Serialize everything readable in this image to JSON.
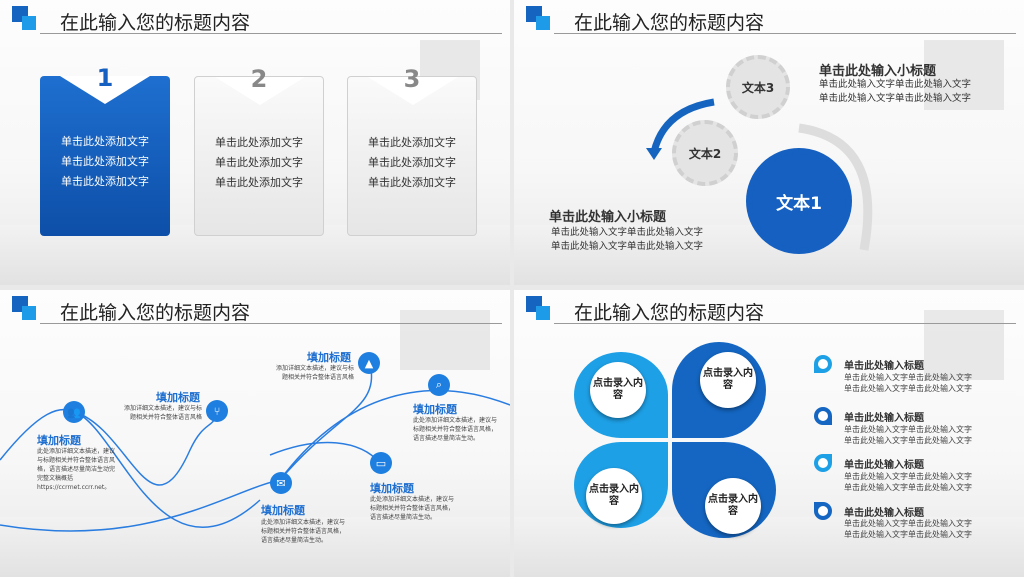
{
  "title": "在此输入您的标题内容",
  "colors": {
    "primary": "#1565c0",
    "accent": "#1e9be8"
  },
  "slide1": {
    "cards": [
      {
        "num": "1",
        "lines": [
          "单击此处添加文字",
          "单击此处添加文字",
          "单击此处添加文字"
        ]
      },
      {
        "num": "2",
        "lines": [
          "单击此处添加文字",
          "单击此处添加文字",
          "单击此处添加文字"
        ]
      },
      {
        "num": "3",
        "lines": [
          "单击此处添加文字",
          "单击此处添加文字",
          "单击此处添加文字"
        ]
      }
    ]
  },
  "slide2": {
    "gears": [
      "文本3",
      "文本2",
      "文本1"
    ],
    "top": {
      "heading": "单击此处输入小标题",
      "lines": [
        "单击此处输入文字单击此处输入文字",
        "单击此处输入文字单击此处输入文字"
      ]
    },
    "bottom": {
      "heading": "单击此处输入小标题",
      "lines": [
        "单击此处输入文字单击此处输入文字",
        "单击此处输入文字单击此处输入文字"
      ]
    }
  },
  "slide3": {
    "items": [
      {
        "icon": "users-icon",
        "heading": "填加标题",
        "text": [
          "此处添加详细文本描述，建议",
          "与标题相关并符合整体语言风",
          "格，语言描述尽量简洁生动完",
          "完整文稿概括",
          "https://ccrrnet.ccrr.net。"
        ]
      },
      {
        "icon": "fork-icon",
        "heading": "填加标题",
        "text": [
          "添加详细文本描述，建议与标",
          "题相关并符合整体语言风格"
        ]
      },
      {
        "icon": "chart-icon",
        "heading": "填加标题",
        "text": [
          "添加详细文本描述，建议与标",
          "题相关并符合整体语言风格"
        ]
      },
      {
        "icon": "search-icon",
        "heading": "填加标题",
        "text": [
          "此处添加详细文本描述，建议与",
          "标题相关并符合整体语言风格，",
          "语言描述尽量简洁生动。"
        ]
      },
      {
        "icon": "mail-icon",
        "heading": "填加标题",
        "text": [
          "此处添加详细文本描述，建议与",
          "标题相关并符合整体语言风格，",
          "语言描述尽量简洁生动。"
        ]
      },
      {
        "icon": "laptop-icon",
        "heading": "填加标题",
        "text": [
          "此处添加详细文本描述，建议与",
          "标题相关并符合整体语言风格，",
          "语言描述尽量简洁生动。"
        ]
      }
    ]
  },
  "slide4": {
    "petals": [
      "点击录入内容",
      "点击录入内容",
      "点击录入内容",
      "点击录入内容"
    ],
    "items": [
      {
        "heading": "单击此处输入标题",
        "lines": [
          "单击此处输入文字单击此处输入文字",
          "单击此处输入文字单击此处输入文字"
        ]
      },
      {
        "heading": "单击此处输入标题",
        "lines": [
          "单击此处输入文字单击此处输入文字",
          "单击此处输入文字单击此处输入文字"
        ]
      },
      {
        "heading": "单击此处输入标题",
        "lines": [
          "单击此处输入文字单击此处输入文字",
          "单击此处输入文字单击此处输入文字"
        ]
      },
      {
        "heading": "单击此处输入标题",
        "lines": [
          "单击此处输入文字单击此处输入文字",
          "单击此处输入文字单击此处输入文字"
        ]
      }
    ]
  }
}
